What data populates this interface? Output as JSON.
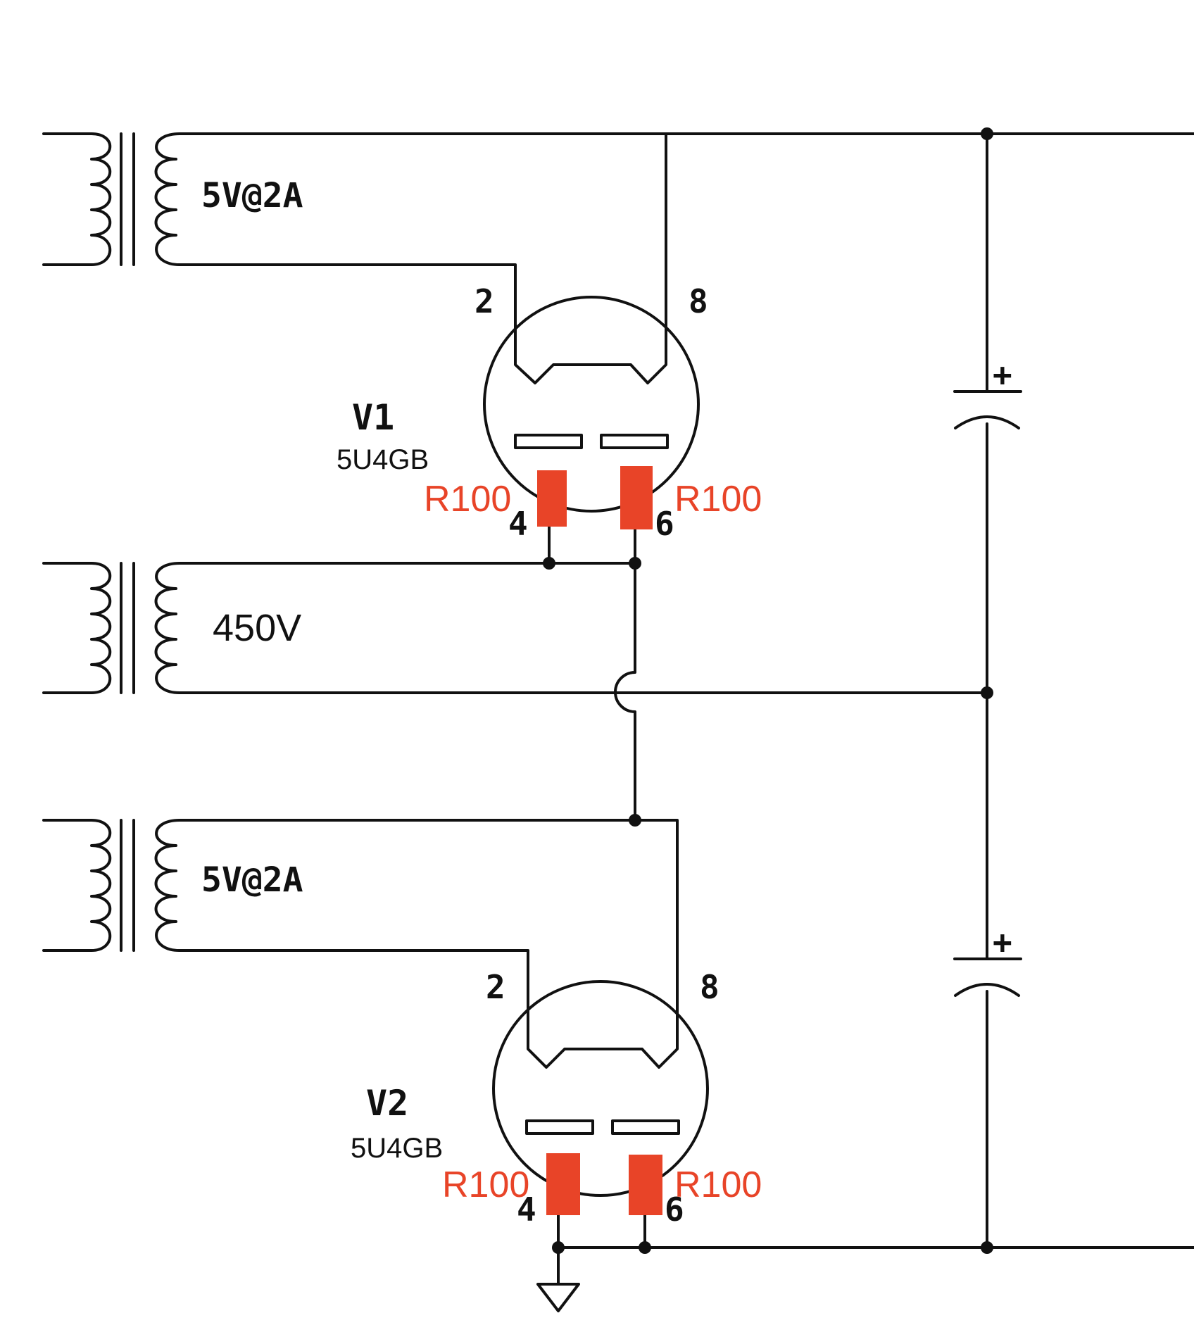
{
  "transformers": {
    "t1_label": "5V@2A",
    "t2_label": "450V",
    "t3_label": "5V@2A"
  },
  "tubes": [
    {
      "name": "V1",
      "type": "5U4GB",
      "pins": {
        "p2": "2",
        "p8": "8",
        "p4": "4",
        "p6": "6"
      },
      "resistors": [
        "R100",
        "R100"
      ]
    },
    {
      "name": "V2",
      "type": "5U4GB",
      "pins": {
        "p2": "2",
        "p8": "8",
        "p4": "4",
        "p6": "6"
      },
      "resistors": [
        "R100",
        "R100"
      ]
    }
  ],
  "capacitors": [
    {
      "polarity": "+"
    },
    {
      "polarity": "+"
    }
  ],
  "colors": {
    "wire": "#111111",
    "resistor": "#e84428"
  }
}
